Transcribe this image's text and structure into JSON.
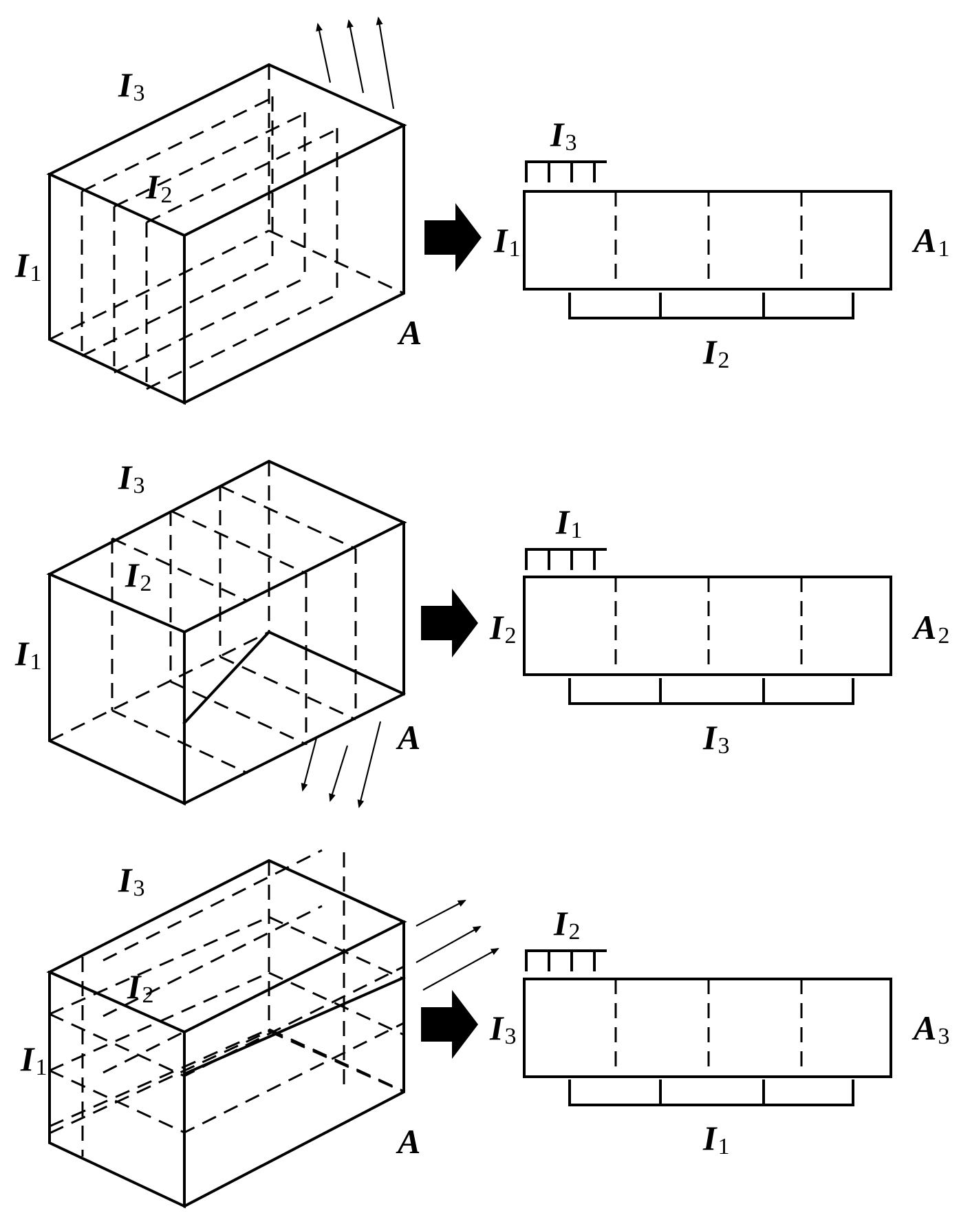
{
  "panels": [
    {
      "cube_labels": {
        "top": {
          "main": "I",
          "sub": "3"
        },
        "inner": {
          "main": "I",
          "sub": "2"
        },
        "left": {
          "main": "I",
          "sub": "1"
        },
        "corner": {
          "main": "A",
          "sub": ""
        }
      },
      "matrix_labels": {
        "top": {
          "main": "I",
          "sub": "3"
        },
        "left": {
          "main": "I",
          "sub": "1"
        },
        "right": {
          "main": "A",
          "sub": "1"
        },
        "bottom": {
          "main": "I",
          "sub": "2"
        }
      }
    },
    {
      "cube_labels": {
        "top": {
          "main": "I",
          "sub": "3"
        },
        "inner": {
          "main": "I",
          "sub": "2"
        },
        "left": {
          "main": "I",
          "sub": "1"
        },
        "corner": {
          "main": "A",
          "sub": ""
        }
      },
      "matrix_labels": {
        "top": {
          "main": "I",
          "sub": "1"
        },
        "left": {
          "main": "I",
          "sub": "2"
        },
        "right": {
          "main": "A",
          "sub": "2"
        },
        "bottom": {
          "main": "I",
          "sub": "3"
        }
      }
    },
    {
      "cube_labels": {
        "top": {
          "main": "I",
          "sub": "3"
        },
        "inner": {
          "main": "I",
          "sub": "2"
        },
        "left": {
          "main": "I",
          "sub": "1"
        },
        "corner": {
          "main": "A",
          "sub": ""
        }
      },
      "matrix_labels": {
        "top": {
          "main": "I",
          "sub": "2"
        },
        "left": {
          "main": "I",
          "sub": "3"
        },
        "right": {
          "main": "A",
          "sub": "3"
        },
        "bottom": {
          "main": "I",
          "sub": "1"
        }
      }
    }
  ]
}
